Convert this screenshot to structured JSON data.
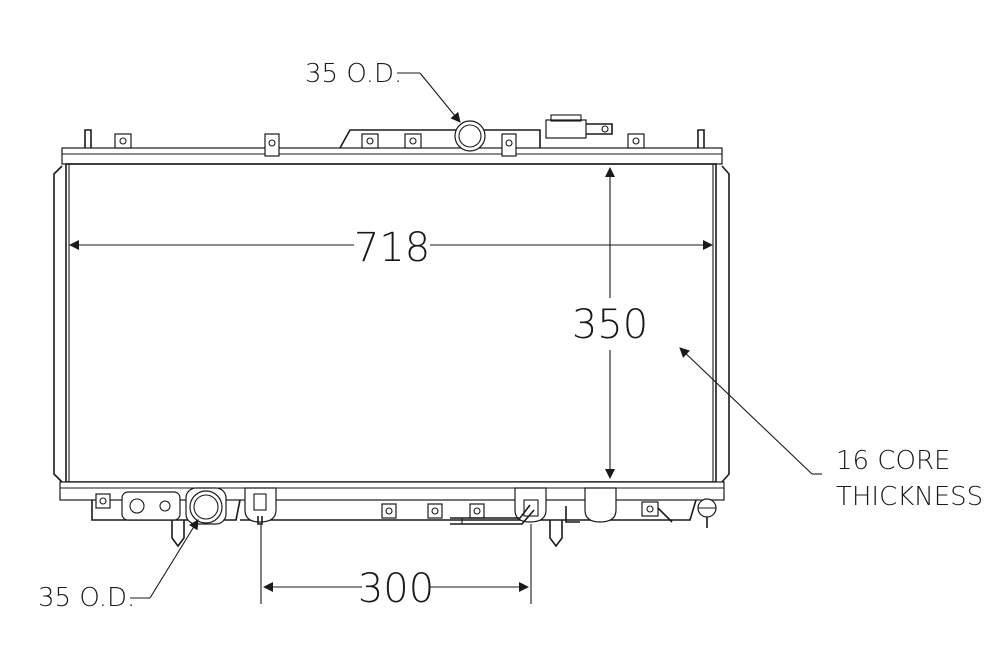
{
  "dimensions": {
    "width": "718",
    "height": "350",
    "outlet_spacing": "300"
  },
  "callouts": {
    "inlet_top": "35 O.D.",
    "outlet_bottom": "35 O.D.",
    "core_line1": "16 CORE",
    "core_line2": "THICKNESS"
  },
  "colors": {
    "line": "#1a1a1a",
    "background": "#ffffff"
  }
}
